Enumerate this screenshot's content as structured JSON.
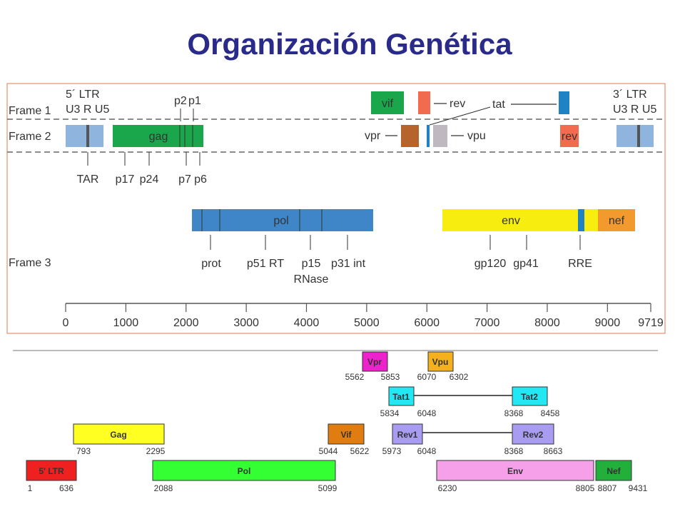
{
  "title": "Organización Genética",
  "top": {
    "frames": [
      "Frame 1",
      "Frame 2",
      "Frame 3"
    ],
    "ltr5": [
      "5´ LTR",
      "U3 R U5"
    ],
    "ltr3": [
      "3´ LTR",
      "U3 R U5"
    ],
    "boxes": {
      "vif": "vif",
      "gag": "gag",
      "pol": "pol",
      "env": "env",
      "nef": "nef",
      "rev2": "rev"
    },
    "labels": {
      "rev": "rev",
      "tat": "tat",
      "vpr": "vpr",
      "vpu": "vpu",
      "p2": "p2",
      "p1": "p1",
      "TAR": "TAR",
      "p17": "p17",
      "p24": "p24",
      "p7": "p7",
      "p6": "p6",
      "prot": "prot",
      "p51RT": "p51 RT",
      "p15": "p15",
      "RNase": "RNase",
      "p31int": "p31 int",
      "gp120": "gp120",
      "gp41": "gp41",
      "RRE": "RRE"
    },
    "axis": [
      "0",
      "1000",
      "2000",
      "3000",
      "4000",
      "5000",
      "6000",
      "7000",
      "8000",
      "9000",
      "9719"
    ]
  },
  "bottom": {
    "genes": {
      "ltr": {
        "label": "5' LTR",
        "start": "1",
        "end": "636"
      },
      "gag": {
        "label": "Gag",
        "start": "793",
        "end": "2295"
      },
      "pol": {
        "label": "Pol",
        "start": "2088",
        "end": "5099"
      },
      "vif": {
        "label": "Vif",
        "start": "5044",
        "end": "5622"
      },
      "vpr": {
        "label": "Vpr",
        "start": "5562",
        "end": "5853"
      },
      "vpu": {
        "label": "Vpu",
        "start": "6070",
        "end": "6302"
      },
      "tat1": {
        "label": "Tat1",
        "start": "5834",
        "end": "6048"
      },
      "tat2": {
        "label": "Tat2",
        "start": "8368",
        "end": "8458"
      },
      "rev1": {
        "label": "Rev1",
        "start": "5973",
        "end": "6048"
      },
      "rev2": {
        "label": "Rev2",
        "start": "8368",
        "end": "8663"
      },
      "env": {
        "label": "Env",
        "start": "6230",
        "end": "8805"
      },
      "nef": {
        "label": "Nef",
        "start": "8807",
        "end": "9431"
      }
    }
  },
  "colors": {
    "title": "#2a2a8a",
    "ltr_top": "#8fb4de",
    "gag_top": "#1aa64a",
    "pol_top": "#3e86c8",
    "env_top": "#f7ee10",
    "nef_top": "#f39a2e",
    "vif_top": "#1aa64a",
    "rev_top": "#f26b4f",
    "tat_top": "#1f82c5",
    "vpr_top": "#b5642c",
    "vpu_top": "#bfb8c0",
    "ltr_bot": "#ee2020",
    "gag_bot": "#ffff22",
    "pol_bot": "#33ff33",
    "vif_bot": "#e07c10",
    "vpr_bot": "#ee22cc",
    "vpu_bot": "#f5b01e",
    "tat_bot": "#22e8f4",
    "rev_bot": "#a89cf2",
    "env_bot": "#f5a0e8",
    "nef_bot": "#22b03a"
  }
}
